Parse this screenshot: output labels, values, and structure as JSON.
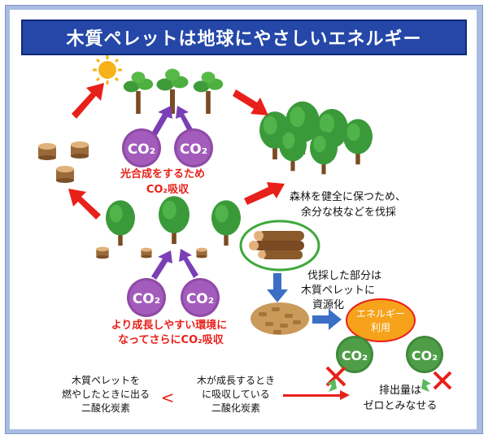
{
  "title": "木質ペレットは地球にやさしいエネルギー",
  "co2_label": "CO₂",
  "photosynthesis": {
    "line1": "光合成をするため",
    "line2": "CO₂吸収"
  },
  "forest_note": {
    "line1": "森林を健全に保つため、",
    "line2": "余分な枝などを伐採"
  },
  "pellet_note": {
    "line1": "伐採した部分は",
    "line2": "木質ペレットに",
    "line3": "資源化"
  },
  "growth_note": {
    "line1": "より成長しやすい環境に",
    "line2": "なってさらにCO₂吸収"
  },
  "energy": {
    "line1": "エネルギー",
    "line2": "利用"
  },
  "burn_box": {
    "line1": "木質ペレットを",
    "line2": "燃やしたときに出る",
    "line3": "二酸化炭素"
  },
  "less_than": "<",
  "absorb_box": {
    "line1": "木が成長するとき",
    "line2": "に吸収している",
    "line3": "二酸化炭素"
  },
  "zero_note": {
    "line1": "排出量は",
    "line2": "ゼロとみなせる"
  },
  "colors": {
    "title_bg": "#2447a8",
    "arrow_red": "#e8201a",
    "arrow_purple": "#7a3fb5",
    "co2_bubble": "#8e4aa6",
    "co2_green": "#3f8a3a",
    "energy_fill": "#f6a21a"
  }
}
